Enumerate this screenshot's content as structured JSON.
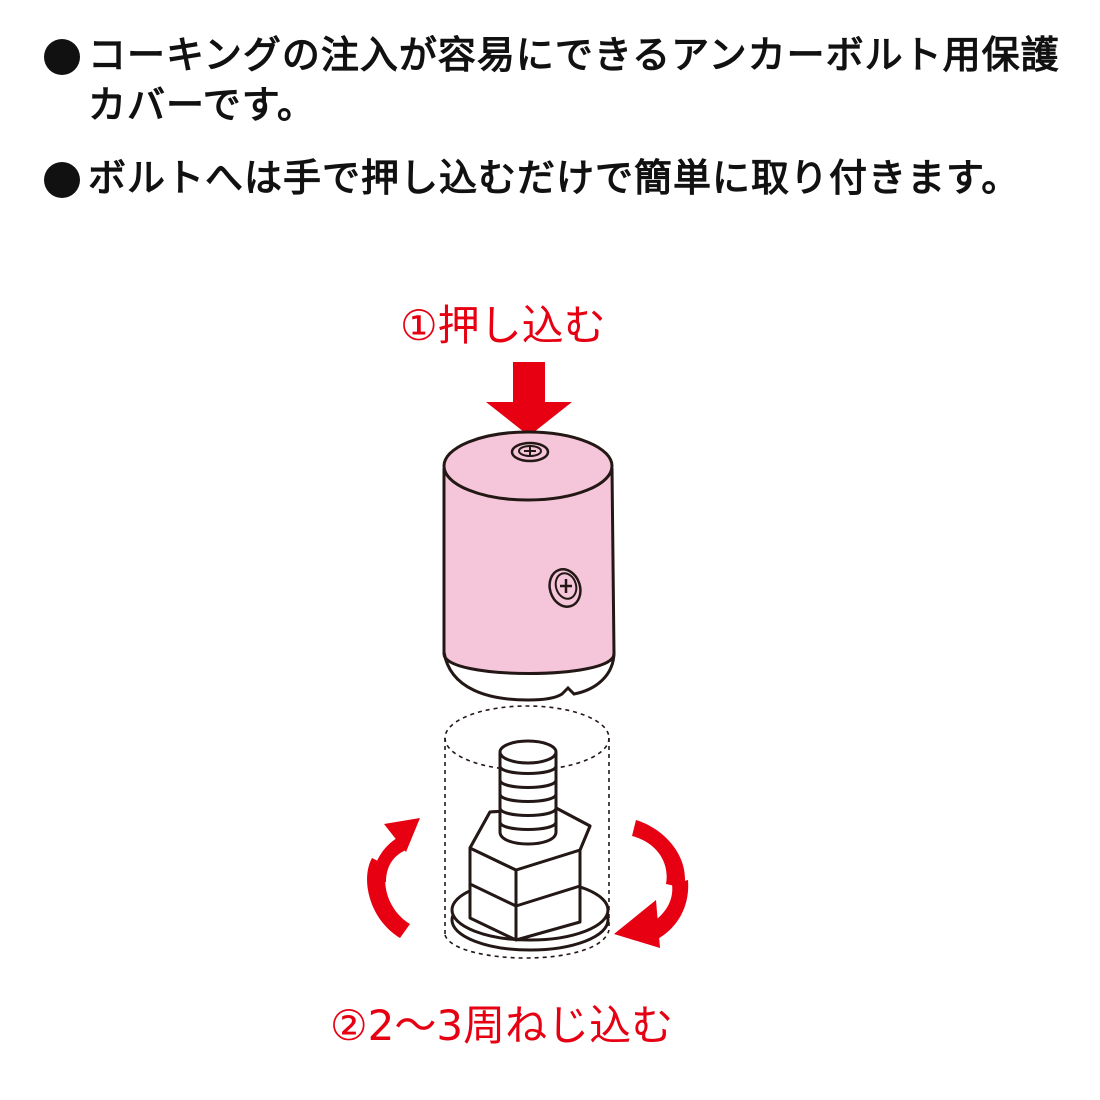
{
  "bullets": [
    {
      "text": "コーキングの注入が容易にできるアンカーボルト用保護カバーです。"
    },
    {
      "text": "ボルトへは手で押し込むだけで簡単に取り付きます。"
    }
  ],
  "labels": {
    "push": "①押し込む",
    "screw": "②2〜3周ねじ込む"
  },
  "colors": {
    "accent_red": "#e60012",
    "cover_pink": "#f5c6da",
    "outline": "#231815",
    "text": "#111111"
  },
  "icons": {
    "push_arrow": "down-arrow-icon",
    "rotate_left": "rotate-left-arrow-icon",
    "rotate_right": "rotate-right-arrow-icon",
    "screw_top": "screw-head-icon",
    "screw_side": "phillips-screw-icon"
  }
}
